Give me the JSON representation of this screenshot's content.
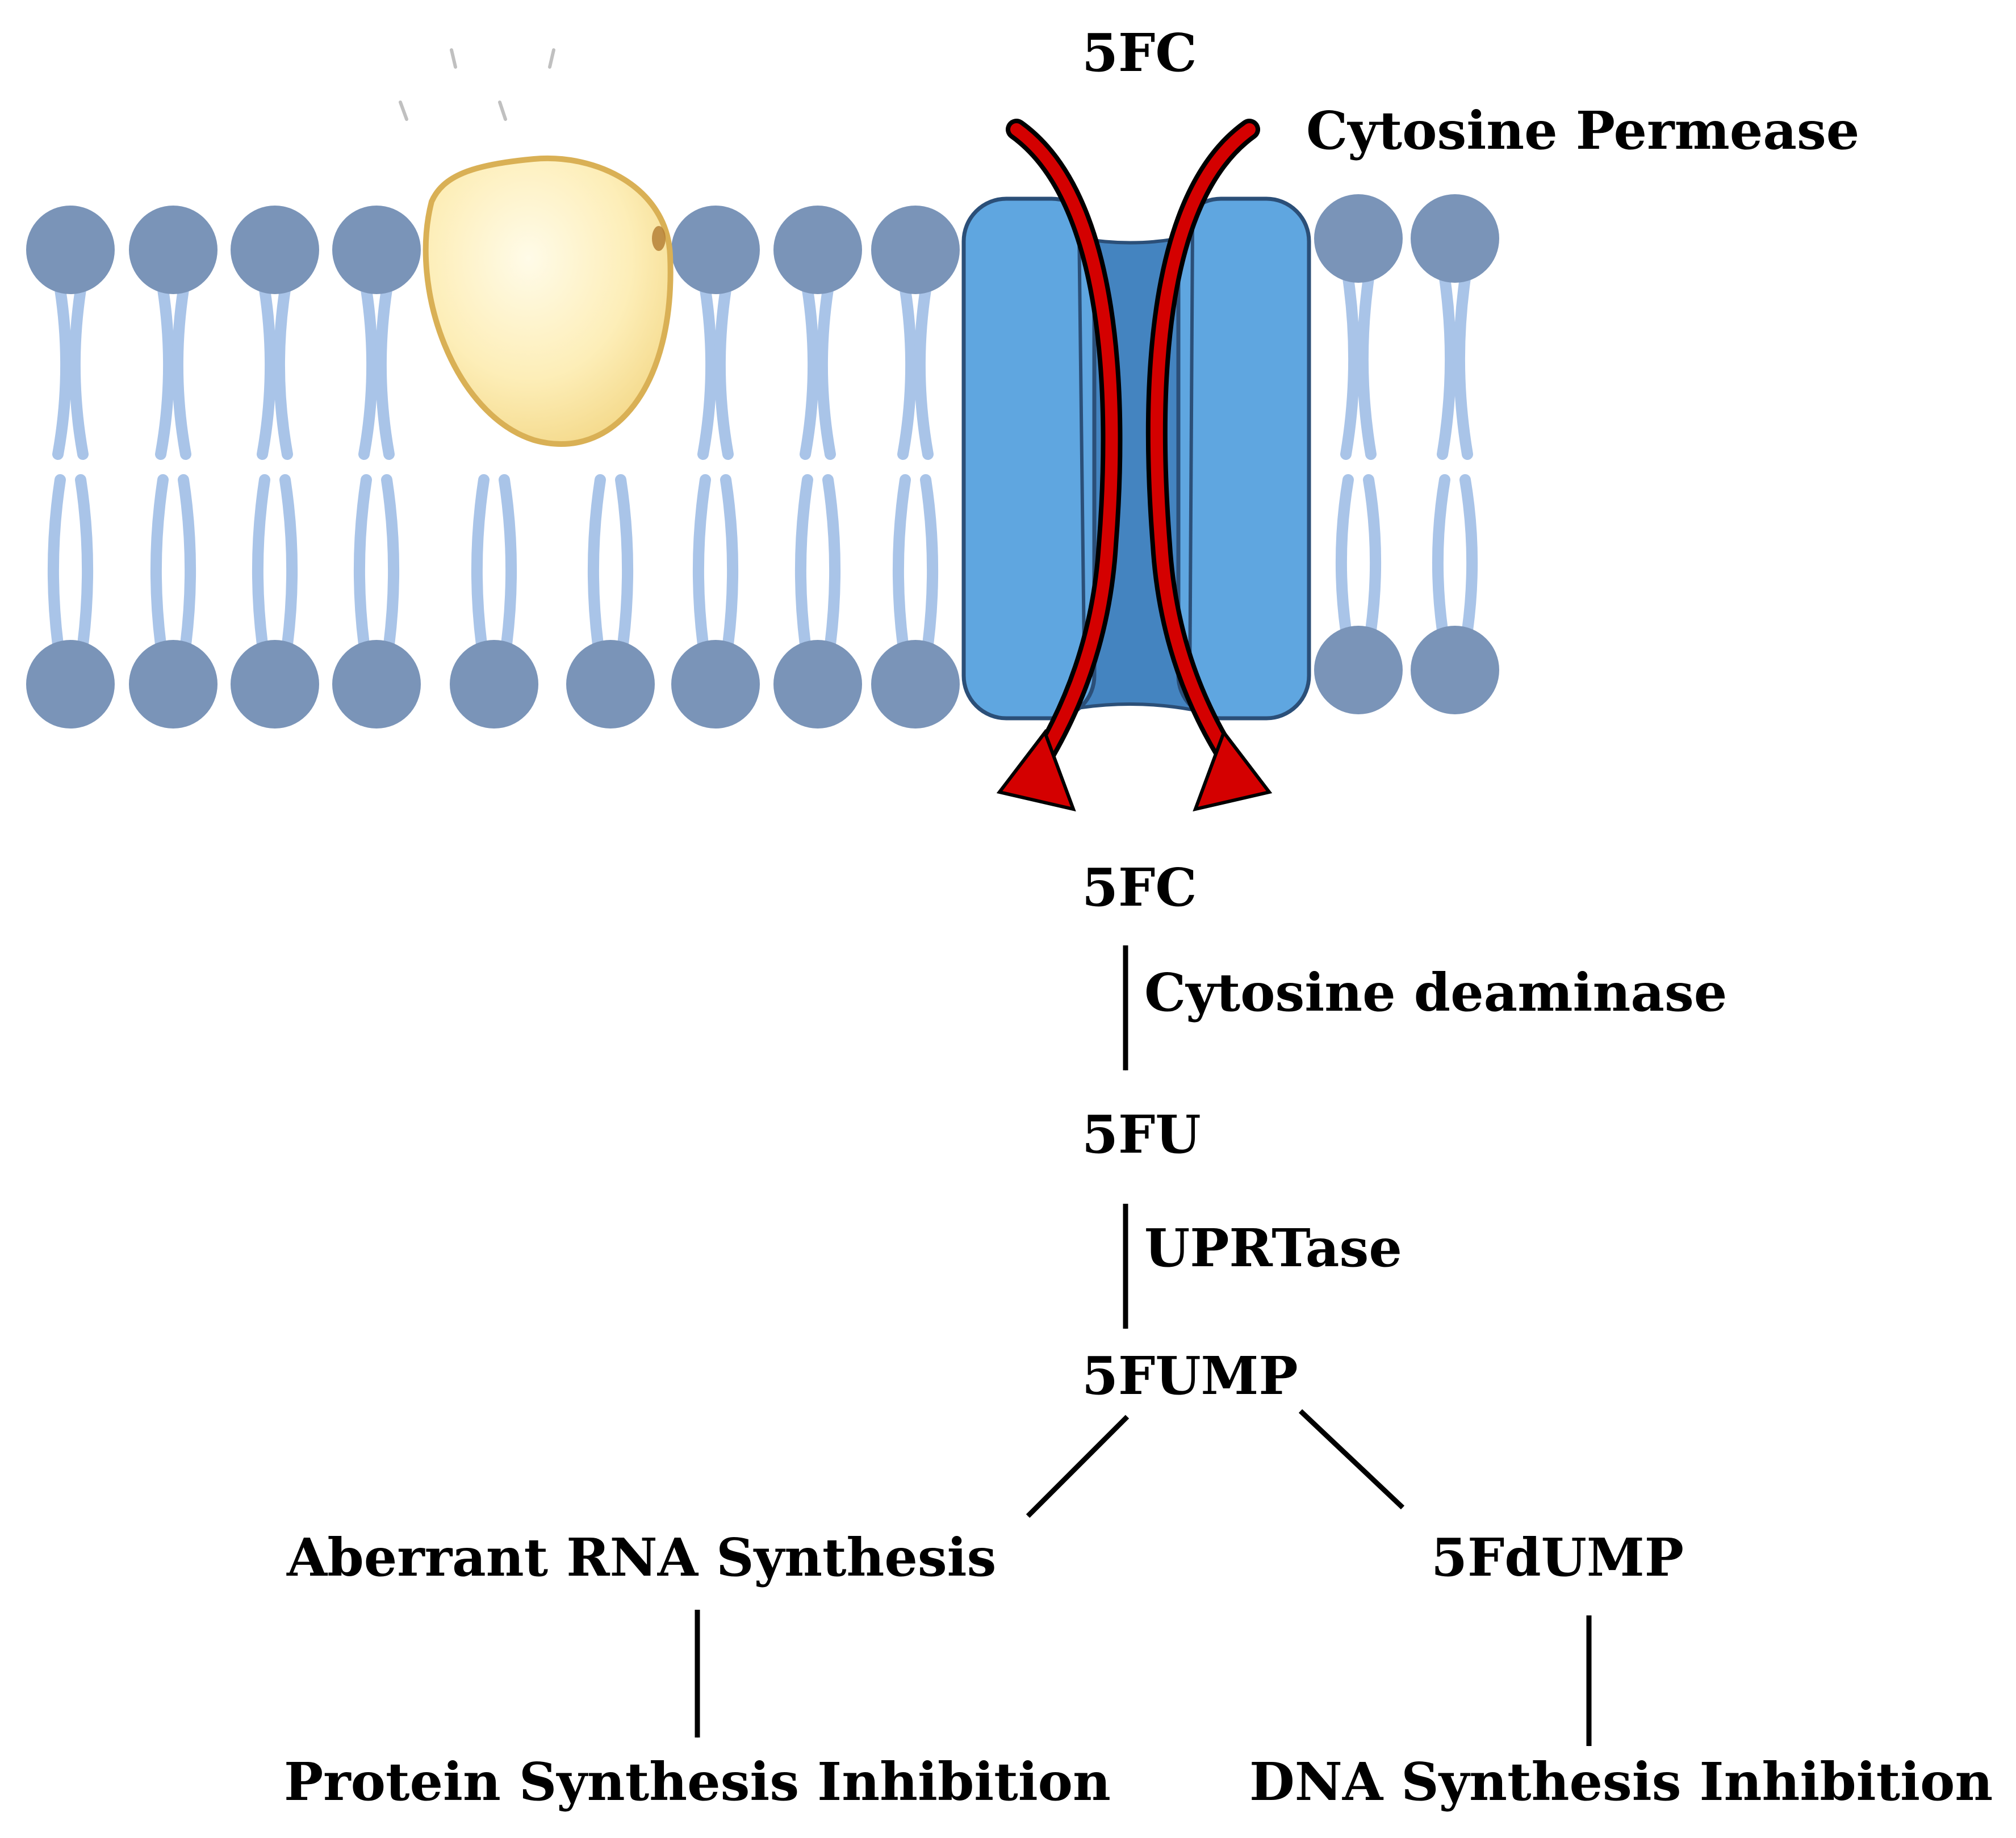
{
  "labels": {
    "extracellular_5fc": "5FC",
    "permease": "Cytosine Permease",
    "intracellular_5fc": "5FC",
    "deaminase": "Cytosine deaminase",
    "fu": "5FU",
    "uprtase": "UPRTase",
    "fump": "5FUMP",
    "aberrant_rna": "Aberrant RNA Synthesis",
    "fdump": "5FdUMP",
    "protein_inhibition": "Protein Synthesis Inhibition",
    "dna_inhibition": "DNA Synthesis Inhibition"
  },
  "colors": {
    "lipid_head": "#7a94b8",
    "lipid_tail": "#a9c4e8",
    "protein_outer": "#5fa6e0",
    "protein_inner": "#4484c0",
    "protein_edge": "#2b4f78",
    "transport_arrow": "#d40000",
    "drug_cell": "#fdeeb8",
    "drug_cell_edge": "#d9b055",
    "text": "#000000"
  }
}
